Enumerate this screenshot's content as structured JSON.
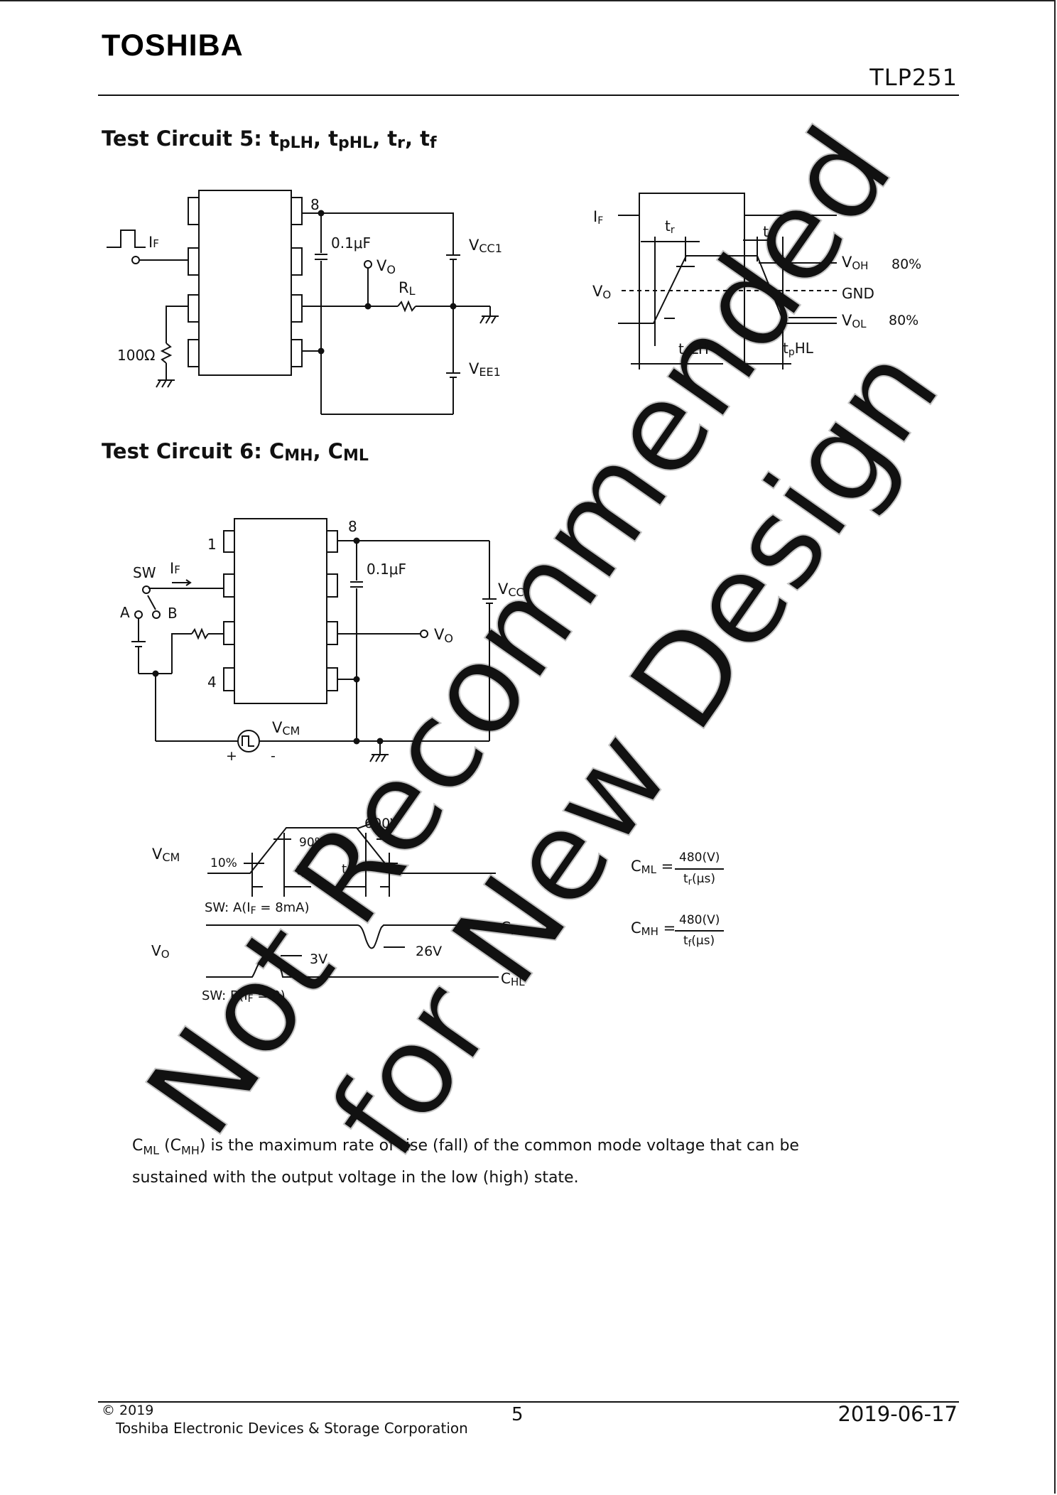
{
  "header": {
    "logo": "TOSHIBA",
    "part_number": "TLP251"
  },
  "section5": {
    "title": "Test Circuit 5: ",
    "t1": "t",
    "s1": "pLH",
    "t2": ", t",
    "s2": "pHL",
    "t3": ", t",
    "s3": "r",
    "t4": ", t",
    "s4": "f",
    "circuit": {
      "pin8": "8",
      "if": "I",
      "if_sub": "F",
      "cap": "0.1μF",
      "vo": "V",
      "vo_sub": "O",
      "rl": "R",
      "rl_sub": "L",
      "vcc1": "V",
      "vcc1_sub": "CC1",
      "vee1": "V",
      "vee1_sub": "EE1",
      "r100": "100Ω"
    },
    "timing": {
      "if": "I",
      "if_sub": "F",
      "tr": "t",
      "tr_sub": "r",
      "tf": "t",
      "tf_sub": "f",
      "voh": "V",
      "voh_sub": "OH",
      "pct_hi": "80%",
      "vo": "V",
      "vo_sub": "O",
      "gnd": "GND",
      "vol": "V",
      "vol_sub": "OL",
      "pct_lo": "80%",
      "tplh": "t",
      "tplh_sub": "p",
      "tplh_rest": "LH",
      "tphl": "t",
      "tphl_sub": "p",
      "tphl_rest": "HL"
    }
  },
  "section6": {
    "title": "Test Circuit 6: ",
    "t1": "C",
    "s1": "MH",
    "t2": ", C",
    "s2": "ML",
    "circuit": {
      "pin1": "1",
      "pin4": "4",
      "pin8": "8",
      "sw": "SW",
      "if": "I",
      "if_sub": "F",
      "a": "A",
      "b": "B",
      "cap": "0.1μF",
      "vcc": "V",
      "vcc_sub": "CC",
      "vo": "V",
      "vo_sub": "O",
      "vcm": "V",
      "vcm_sub": "CM",
      "plus": "+",
      "minus": "-"
    },
    "waveform": {
      "vcm": "V",
      "vcm_sub": "CM",
      "v600": "600V",
      "p10": "10%",
      "p90": "90%",
      "tr": "t",
      "tr_sub": "r",
      "tf": "t",
      "tf_sub": "f",
      "sw_a": "SW: A(I",
      "sw_a_sub": "F",
      "sw_a_rest": " = 8mA)",
      "cmh": "C",
      "cmh_sub": "MH",
      "v26": "26V",
      "vo": "V",
      "vo_sub": "O",
      "v3": "3V",
      "chl": "C",
      "chl_sub": "HL",
      "sw_b": "SW: B(I",
      "sw_b_sub": "F",
      "sw_b_rest": " = 0)"
    },
    "formulas": {
      "cml": "C",
      "cml_sub": "ML",
      "cml_eq": " =",
      "cml_num": "480(V)",
      "cml_den": "t",
      "cml_den_sub": "r",
      "cml_den_rest": "(μs)",
      "cmh": "C",
      "cmh_sub": "MH",
      "cmh_eq": " =",
      "cmh_num": "480(V)",
      "cmh_den": "t",
      "cmh_den_sub": "f",
      "cmh_den_rest": "(μs)"
    },
    "note_line1": "C",
    "note_s1": "ML",
    "note_m1": " (C",
    "note_s2": "MH",
    "note_m2": ")  is the maximum rate of rise (fall)  of the common mode voltage that can be",
    "note_line2": "sustained with the output voltage in the low (high)  state."
  },
  "watermark": {
    "line1": "Not Recommended",
    "line2": "for New Design"
  },
  "footer": {
    "copyright": "© 2019",
    "company": "Toshiba Electronic Devices & Storage Corporation",
    "page": "5",
    "date": "2019-06-17"
  }
}
